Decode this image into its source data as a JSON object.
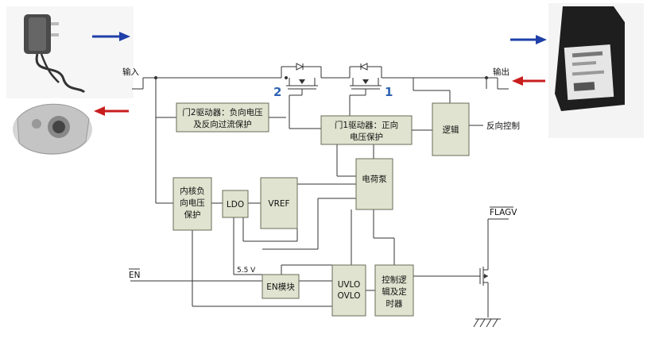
{
  "labels": {
    "input": "输入",
    "output": "输出",
    "reverse_control": "反向控制",
    "en": "EN",
    "flagv": "FLAGV",
    "voltage": "5.5 V",
    "mosfet_2": "2",
    "mosfet_1": "1"
  },
  "blocks": {
    "gate2_l1": "门2驱动器：负向电压",
    "gate2_l2": "及反向过流保护",
    "gate1_l1": "门1驱动器：正向",
    "gate1_l2": "电压保护",
    "logic": "逻辑",
    "core_l1": "内核负",
    "core_l2": "向电压",
    "core_l3": "保护",
    "ldo": "LDO",
    "vref": "VREF",
    "charge_pump": "电荷泵",
    "en_module": "EN模块",
    "uvlo": "UVLO",
    "ovlo": "OVLO",
    "ctrl_l1": "控制逻",
    "ctrl_l2": "辑及定",
    "ctrl_l3": "时器"
  },
  "colors": {
    "block_fill": "#dfe3cf",
    "arrow_blue": "#1f3fa8",
    "arrow_red": "#c81e1e",
    "number_blue": "#2f63b4"
  }
}
